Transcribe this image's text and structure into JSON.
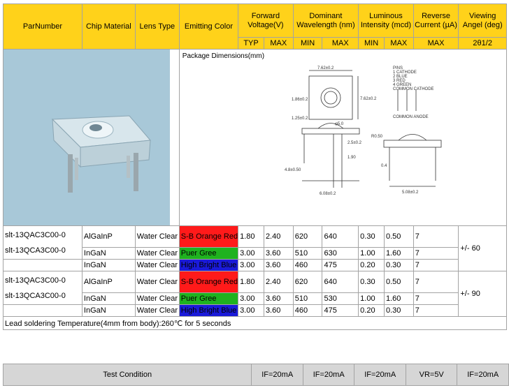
{
  "headers": {
    "part_number": "ParNumber",
    "chip_material": "Chip Material",
    "lens_type": "Lens Type",
    "emitting_color": "Emitting Color",
    "forward_voltage": "Forward Voltage(V)",
    "dominant_wavelength": "Dominant Wavelength (nm)",
    "luminous_intensity": "Luminous Intensity (mcd)",
    "reverse_current": "Reverse Current (µA)",
    "viewing_angle": "Viewing Angel (deg)",
    "typ": "TYP",
    "max": "MAX",
    "min": "MIN",
    "angle_sub": "2θ1/2"
  },
  "package_dimensions_label": "Package Dimensions(mm)",
  "rows": [
    {
      "part": "slt-13QAC3C00-0",
      "chip": "AlGaInP",
      "lens": "Water Clear",
      "color": "S-B Orange Red",
      "color_hex": "#ff1a1a",
      "vf_typ": "1.80",
      "vf_max": "2.40",
      "wl_min": "620",
      "wl_max": "640",
      "iv_min": "0.30",
      "iv_max": "0.50",
      "ir_max": "7"
    },
    {
      "part": "slt-13QCA3C00-0",
      "chip": "InGaN",
      "lens": "Water Clear",
      "color": "Puer Gree",
      "color_hex": "#1fb21f",
      "vf_typ": "3.00",
      "vf_max": "3.60",
      "wl_min": "510",
      "wl_max": "630",
      "iv_min": "1.00",
      "iv_max": "1.60",
      "ir_max": "7"
    },
    {
      "part": "",
      "chip": "InGaN",
      "lens": "Water Clear",
      "color": "High Bright Blue",
      "color_hex": "#1a1ad9",
      "vf_typ": "3.00",
      "vf_max": "3.60",
      "wl_min": "460",
      "wl_max": "475",
      "iv_min": "0.20",
      "iv_max": "0.30",
      "ir_max": "7"
    },
    {
      "part": "slt-13QAC3C00-0",
      "chip": "AlGaInP",
      "lens": "Water Clear",
      "color": "S-B Orange Red",
      "color_hex": "#ff1a1a",
      "vf_typ": "1.80",
      "vf_max": "2.40",
      "wl_min": "620",
      "wl_max": "640",
      "iv_min": "0.30",
      "iv_max": "0.50",
      "ir_max": "7"
    },
    {
      "part": "slt-13QCA3C00-0",
      "chip": "InGaN",
      "lens": "Water Clear",
      "color": "Puer Gree",
      "color_hex": "#1fb21f",
      "vf_typ": "3.00",
      "vf_max": "3.60",
      "wl_min": "510",
      "wl_max": "530",
      "iv_min": "1.00",
      "iv_max": "1.60",
      "ir_max": "7"
    },
    {
      "part": "",
      "chip": "InGaN",
      "lens": "Water Clear",
      "color": "High Bright Blue",
      "color_hex": "#1a1ad9",
      "vf_typ": "3.00",
      "vf_max": "3.60",
      "wl_min": "460",
      "wl_max": "475",
      "iv_min": "0.20",
      "iv_max": "0.30",
      "ir_max": "7"
    }
  ],
  "viewing_angles": [
    "+/- 60",
    "+/- 90"
  ],
  "lead_soldering": "Lead soldering Temperature(4mm from body):260℃ for 5 seconds",
  "test_condition": {
    "label": "Test Condition",
    "values": [
      "IF=20mA",
      "IF=20mA",
      "IF=20mA",
      "VR=5V",
      "IF=20mA"
    ]
  },
  "drawing_labels": {
    "w1": "7.62±0.2",
    "w2": "7.62±0.2",
    "d1": "1.86±0.2",
    "d2": "1.25±0.2",
    "d3": "φ5.0",
    "r1": "R0.50",
    "h1": "2.5±0.2",
    "h2": "1.90",
    "h3": "4.8±0.50",
    "p1": "6.08±0.2",
    "p2": "5.08±0.2",
    "p3": "0.4"
  },
  "pin_notes": {
    "title": "PINS",
    "pin1": "1 CATHODE",
    "pin2": "2 BLUE",
    "pin3": "3 RED",
    "pin4": "4 GREEN",
    "cathode": "COMMON CATHODE",
    "anode": "COMMON ANODE"
  }
}
